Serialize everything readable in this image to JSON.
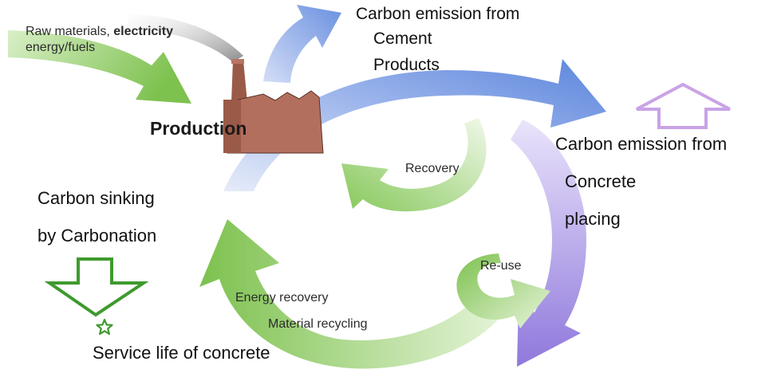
{
  "input": {
    "line1_a": "Raw materials,",
    "line1_b": "electricity",
    "line2": "energy/fuels"
  },
  "production": "Production",
  "cement_emission": {
    "line1": "Carbon emission from",
    "line2": "Cement",
    "line3": "Products"
  },
  "concrete_emission": {
    "line1": "Carbon emission from",
    "line2": "Concrete",
    "line3": "placing"
  },
  "recovery": "Recovery",
  "reuse": "Re-use",
  "energy_recovery": "Energy recovery",
  "material_recycling": "Material recycling",
  "carbon_sinking": {
    "line1": "Carbon sinking",
    "line2": "by Carbonation"
  },
  "service_life": "Service life of concrete",
  "colors": {
    "green": "#7dc14e",
    "light_green": "#c9e9b0",
    "blue": "#5b85dc",
    "light_blue": "#cfdcf5",
    "purple": "#8f78dc",
    "light_purple": "#d8ccf3",
    "factory": "#9a5a48",
    "outline_green": "#3f9a2e",
    "outline_purple": "#c9a3e6"
  }
}
